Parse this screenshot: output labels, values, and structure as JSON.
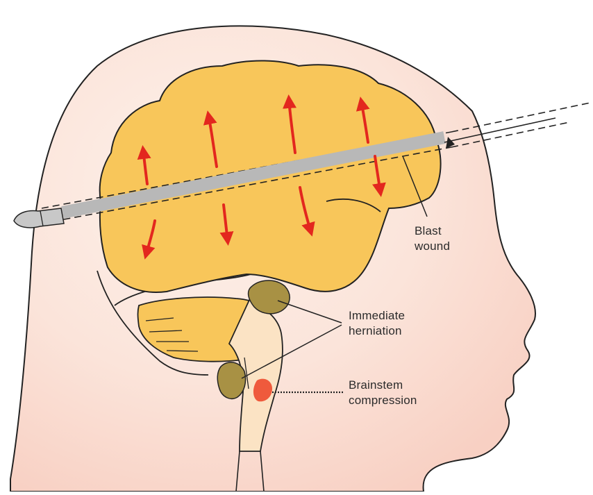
{
  "labels": {
    "blast_line1": "Blast",
    "blast_line2": "wound",
    "herniation_line1": "Immediate",
    "herniation_line2": "herniation",
    "brainstem_line1": "Brainstem",
    "brainstem_line2": "compression"
  },
  "colors": {
    "scalp": "#f8d4c8",
    "brain": "#f8c65a",
    "herniation": "#a89144",
    "arrow": "#e3271e",
    "compression": "#ef5a3c",
    "bullet": "#b8b8b8",
    "outline": "#222222"
  },
  "icons": {
    "bullet": "bullet-icon",
    "expansion_arrow": "expansion-arrow-icon"
  }
}
